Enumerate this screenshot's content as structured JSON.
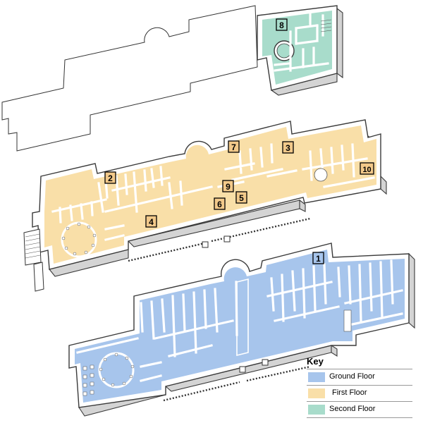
{
  "floors": {
    "ground": {
      "color": "#a7c5ec"
    },
    "first": {
      "color": "#f9dfa8"
    },
    "second": {
      "color": "#a8dccb"
    }
  },
  "markers": [
    {
      "id": "1",
      "floor": "ground"
    },
    {
      "id": "2",
      "floor": "first"
    },
    {
      "id": "3",
      "floor": "first"
    },
    {
      "id": "4",
      "floor": "first"
    },
    {
      "id": "5",
      "floor": "first"
    },
    {
      "id": "6",
      "floor": "first"
    },
    {
      "id": "7",
      "floor": "first"
    },
    {
      "id": "8",
      "floor": "second"
    },
    {
      "id": "9",
      "floor": "first"
    },
    {
      "id": "10",
      "floor": "first"
    }
  ],
  "key": {
    "title": "Key",
    "items": [
      {
        "label": "Ground Floor",
        "color": "#a7c5ec"
      },
      {
        "label": "First Floor",
        "color": "#f9dfa8"
      },
      {
        "label": "Second Floor",
        "color": "#a8dccb"
      }
    ]
  }
}
